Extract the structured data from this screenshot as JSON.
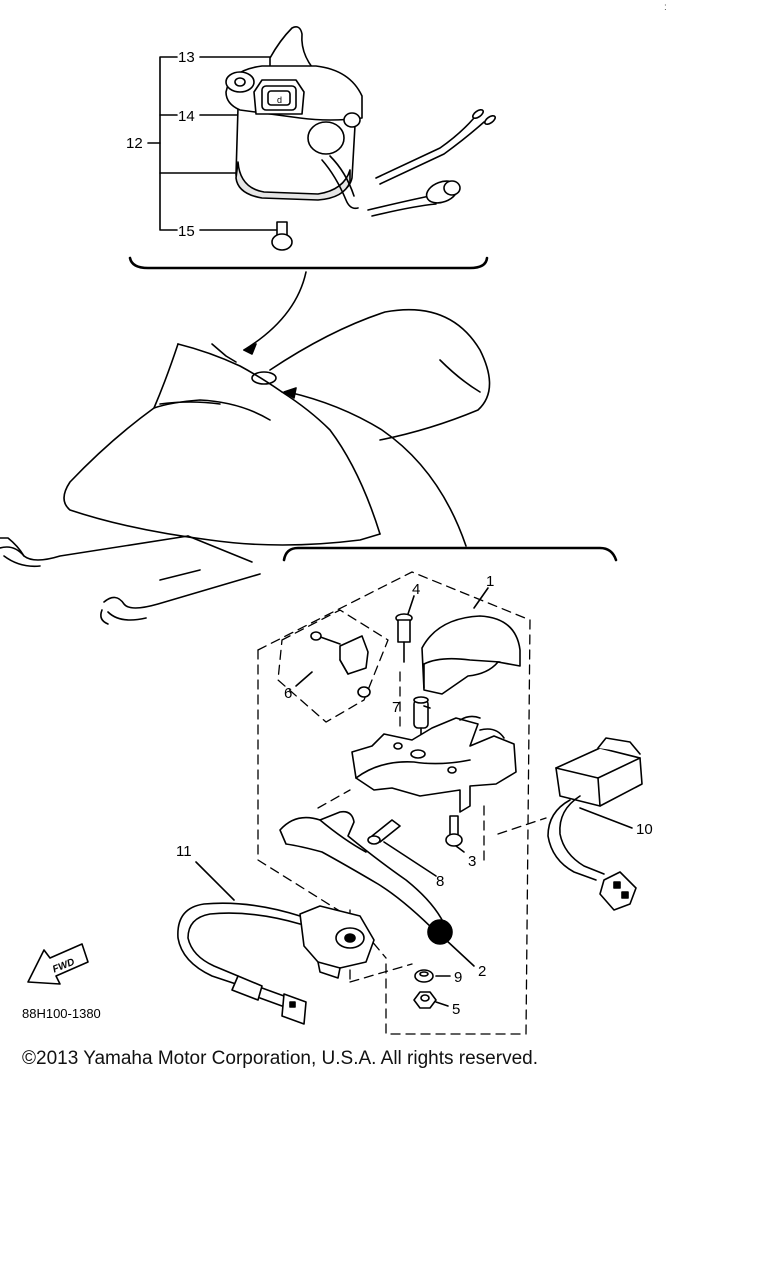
{
  "corner_mark": ":",
  "callouts": {
    "c1": "1",
    "c2": "2",
    "c3": "3",
    "c4": "4",
    "c5": "5",
    "c6": "6",
    "c7": "7",
    "c8": "8",
    "c9": "9",
    "c10": "10",
    "c11": "11",
    "c12": "12",
    "c13": "13",
    "c14": "14",
    "c15": "15"
  },
  "forward_label": "FWD",
  "diagram_code": "88H100-1380",
  "copyright": "©2013 Yamaha Motor Corporation, U.S.A. All rights reserved."
}
